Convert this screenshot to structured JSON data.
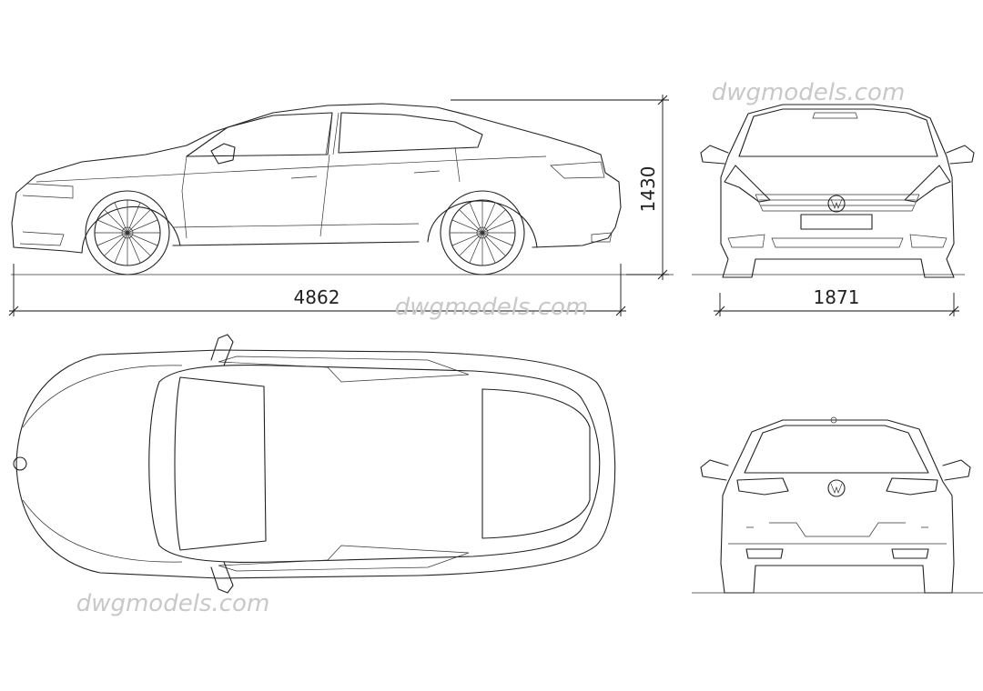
{
  "watermarks": [
    "dwgmodels.com",
    "dwgmodels.com",
    "dwgmodels.com"
  ],
  "dimensions": {
    "length": "4862",
    "height": "1430",
    "width": "1871"
  },
  "views": [
    "side",
    "front",
    "top",
    "rear"
  ]
}
